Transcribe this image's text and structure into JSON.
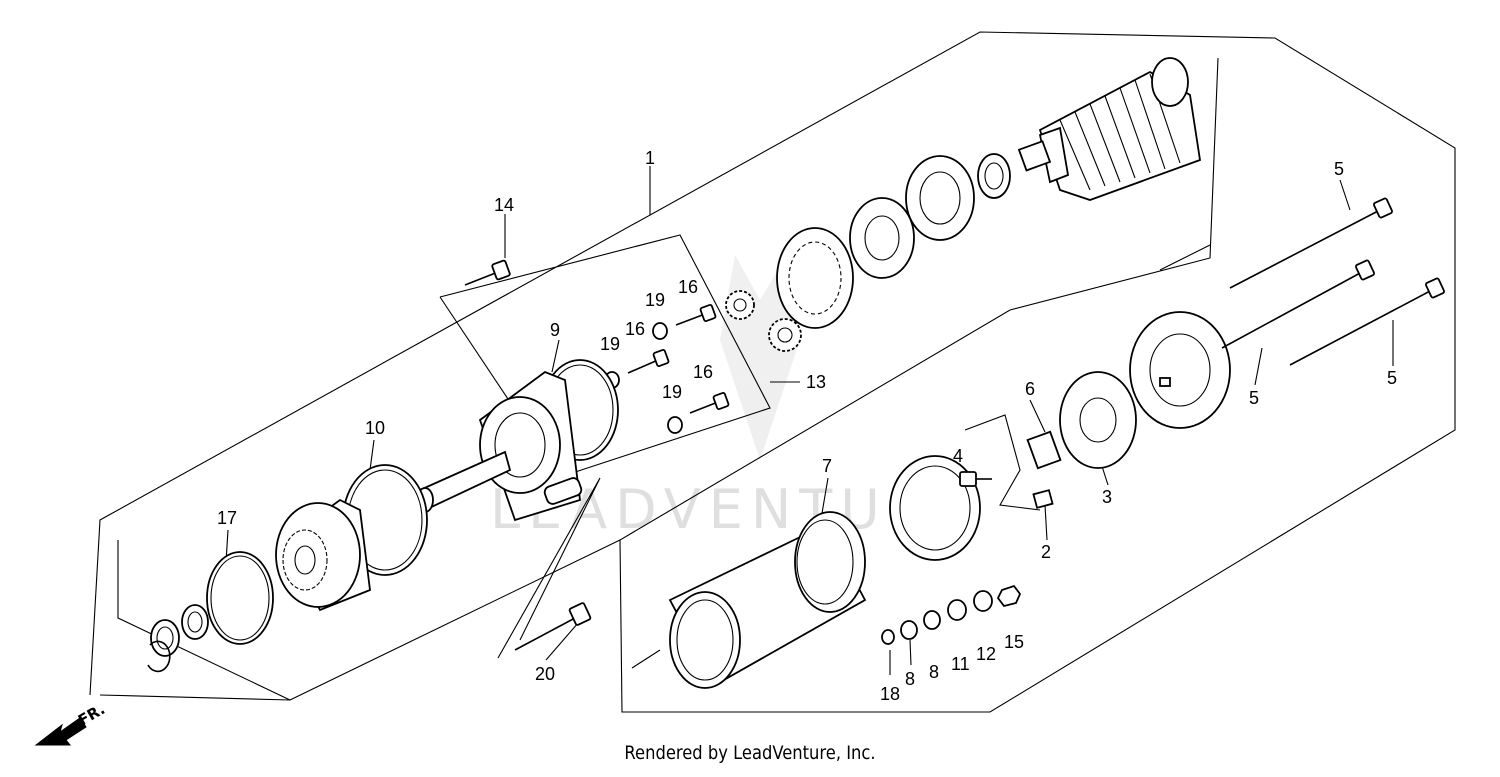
{
  "watermark_text": "LEADVENTURE",
  "front_indicator": "FR.",
  "footer": "Rendered by LeadVenture, Inc.",
  "callouts": [
    "1",
    "14",
    "9",
    "19",
    "16",
    "19",
    "16",
    "19",
    "16",
    "13",
    "10",
    "17",
    "20",
    "7",
    "4",
    "6",
    "3",
    "2",
    "5",
    "5",
    "5",
    "18",
    "8",
    "8",
    "11",
    "12",
    "15"
  ]
}
